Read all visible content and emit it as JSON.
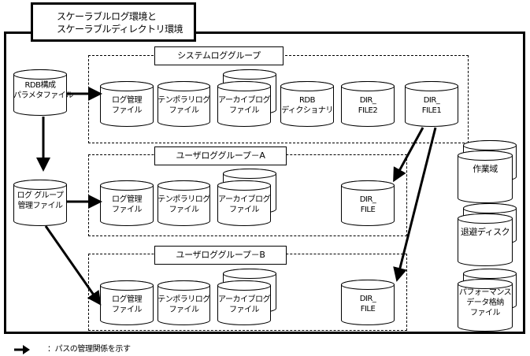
{
  "title": {
    "line1": "スケーラブルログ環境と",
    "line2": "スケーラブルディレクトリ環境"
  },
  "left_files": {
    "rdb_config": {
      "line1": "RDB構成",
      "line2": "パラメタファイル"
    },
    "log_group_mgmt": {
      "line1": "ログ グループ",
      "line2": "管理ファイル"
    }
  },
  "groups": [
    {
      "label": "システムロググループ",
      "files": [
        {
          "line1": "ログ管理",
          "line2": "ファイル"
        },
        {
          "line1": "テンポラリログ",
          "line2": "ファイル"
        },
        {
          "line1": "アーカイブログ",
          "line2": "ファイル"
        },
        {
          "line1": "RDB",
          "line2": "ディクショナリ"
        },
        {
          "line1": "DIR_",
          "line2": "FILE2"
        },
        {
          "line1": "DIR_",
          "line2": "FILE1"
        }
      ]
    },
    {
      "label": "ユーザロググループ－A",
      "files": [
        {
          "line1": "ログ管理",
          "line2": "ファイル"
        },
        {
          "line1": "テンポラリログ",
          "line2": "ファイル"
        },
        {
          "line1": "アーカイブログ",
          "line2": "ファイル"
        },
        {
          "line1": "DIR_",
          "line2": "FILE"
        }
      ]
    },
    {
      "label": "ユーザロググループ－B",
      "files": [
        {
          "line1": "ログ管理",
          "line2": "ファイル"
        },
        {
          "line1": "テンポラリログ",
          "line2": "ファイル"
        },
        {
          "line1": "アーカイブログ",
          "line2": "ファイル"
        },
        {
          "line1": "DIR_",
          "line2": "FILE"
        }
      ]
    }
  ],
  "right_files": [
    {
      "line1": "作業域",
      "line2": "",
      "line3": ""
    },
    {
      "line1": "退避ディスク",
      "line2": "",
      "line3": ""
    },
    {
      "line1": "パフォーマンス",
      "line2": "データ格納",
      "line3": "ファイル"
    }
  ],
  "legend": {
    "text": "：パスの管理関係を示す"
  }
}
